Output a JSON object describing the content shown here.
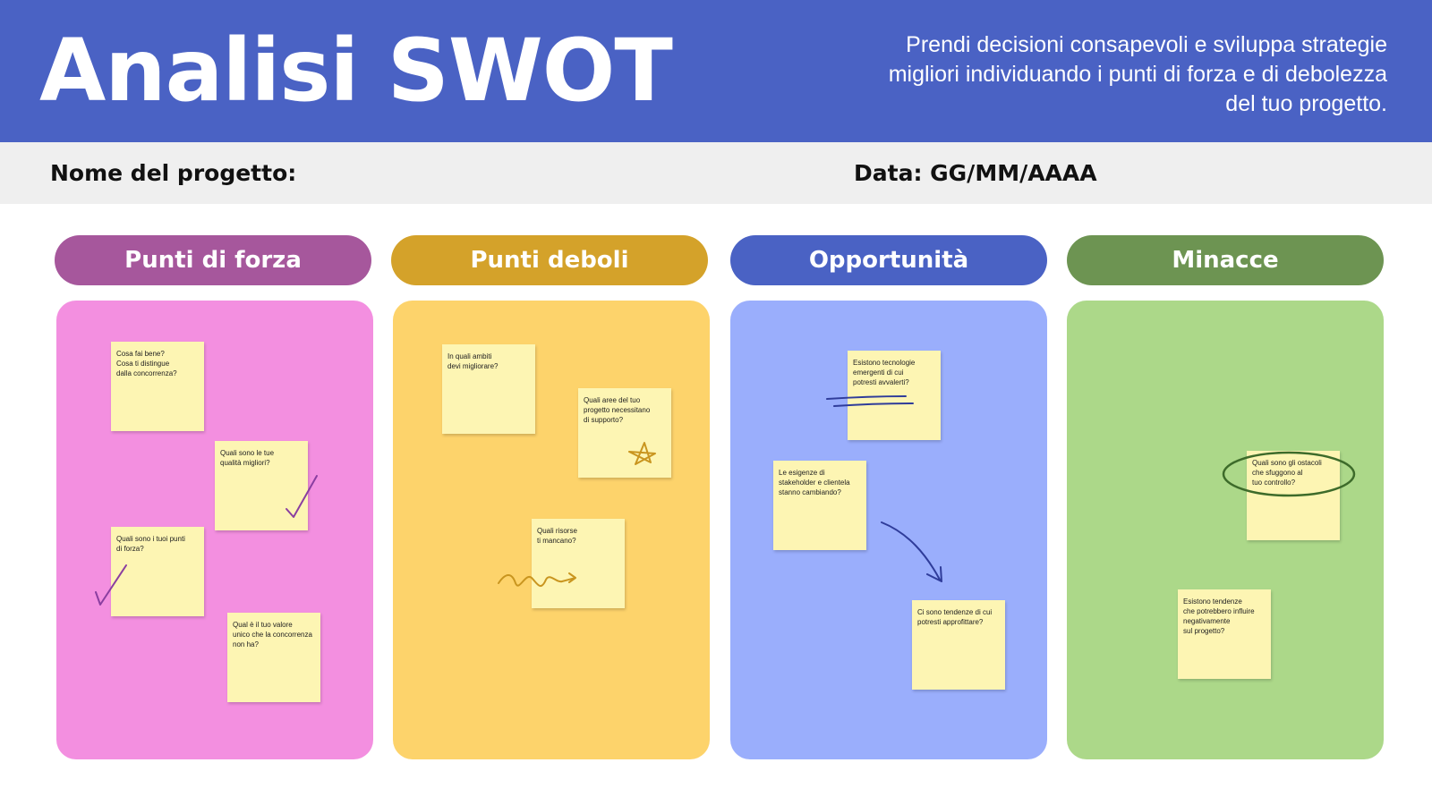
{
  "header": {
    "title": "Analisi SWOT",
    "subtitle": "Prendi decisioni consapevoli e sviluppa strategie migliori individuando i punti di forza e di debolezza del tuo progetto."
  },
  "info": {
    "project_label": "Nome del progetto:",
    "date_label": "Data: GG/MM/AAAA"
  },
  "colors": {
    "header_bg": "#4a62c4",
    "strengths": "#a6579c",
    "strengths_panel": "#f38fe0",
    "weaknesses": "#d4a22a",
    "weaknesses_panel": "#fdd36b",
    "opportunities": "#4a62c4",
    "opportunities_panel": "#9aaefc",
    "threats": "#6d9452",
    "threats_panel": "#acd889",
    "note": "#fdf5b3"
  },
  "columns": [
    {
      "label": "Punti di forza",
      "notes": [
        "Cosa fai bene?\nCosa ti distingue\ndalla concorrenza?",
        "Quali sono le tue\nqualità migliori?",
        "Quali sono i tuoi punti\ndi forza?",
        "Qual è il tuo valore\nunico che la concorrenza\nnon ha?"
      ]
    },
    {
      "label": "Punti deboli",
      "notes": [
        "In quali ambiti\ndevi migliorare?",
        "Quali aree del tuo\nprogetto necessitano\ndi supporto?",
        "Quali risorse\nti mancano?"
      ]
    },
    {
      "label": "Opportunità",
      "notes": [
        "Esistono tecnologie\nemergenti di cui\npotresti avvalerti?",
        "Le esigenze di\nstakeholder e clientela\nstanno cambiando?",
        "Ci sono tendenze di cui\npotresti approfittare?"
      ]
    },
    {
      "label": "Minacce",
      "notes": [
        "Quali sono gli ostacoli\nche sfuggono al\ntuo controllo?",
        "Esistono tendenze\nche potrebbero influire\nnegativamente\nsul progetto?"
      ]
    }
  ]
}
